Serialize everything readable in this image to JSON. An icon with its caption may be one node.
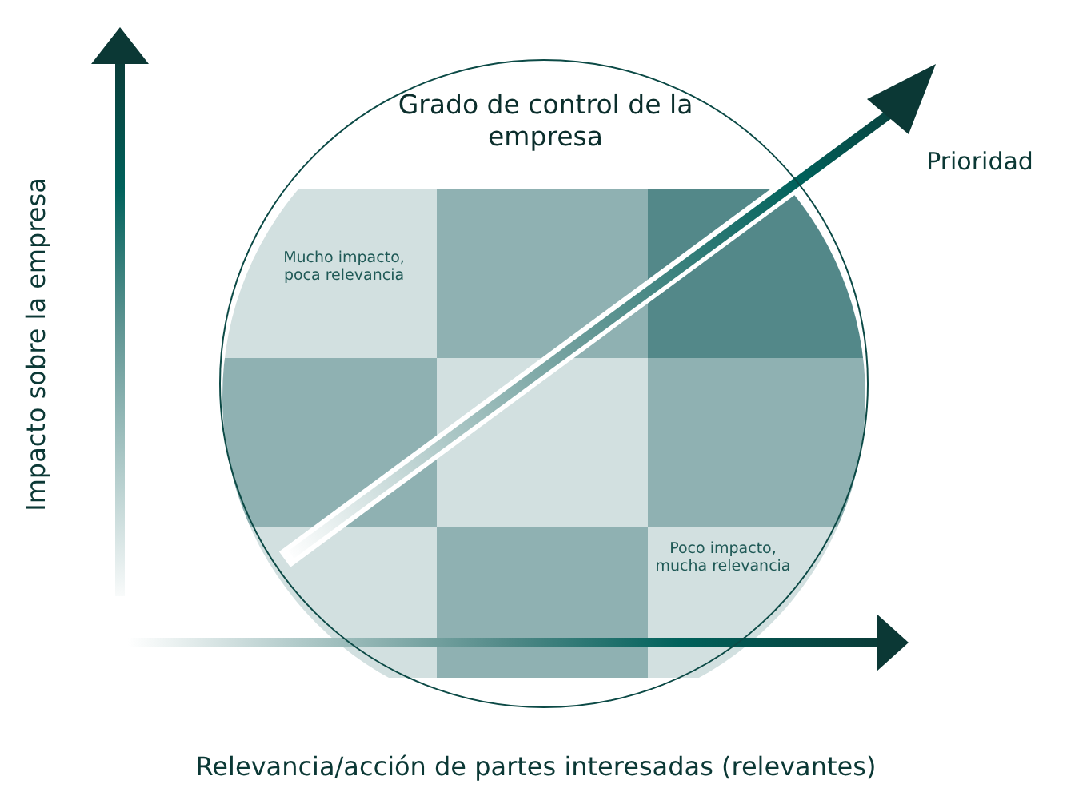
{
  "diagram": {
    "nodes": [
      {
        "text": [
          "Grado de control de la empresa"
        ]
      },
      {
        "text": [
          "Mucho impacto, poca relevancia"
        ],
        "in": 0
      },
      {
        "text": [
          "Poco impacto, mucha relevancia"
        ],
        "in": 0
      }
    ],
    "labels": [
      "Prioridad",
      "Impacto sobre la empresa",
      "Relevancia/acción de partes interesadas (relevantes)"
    ]
  }
}
